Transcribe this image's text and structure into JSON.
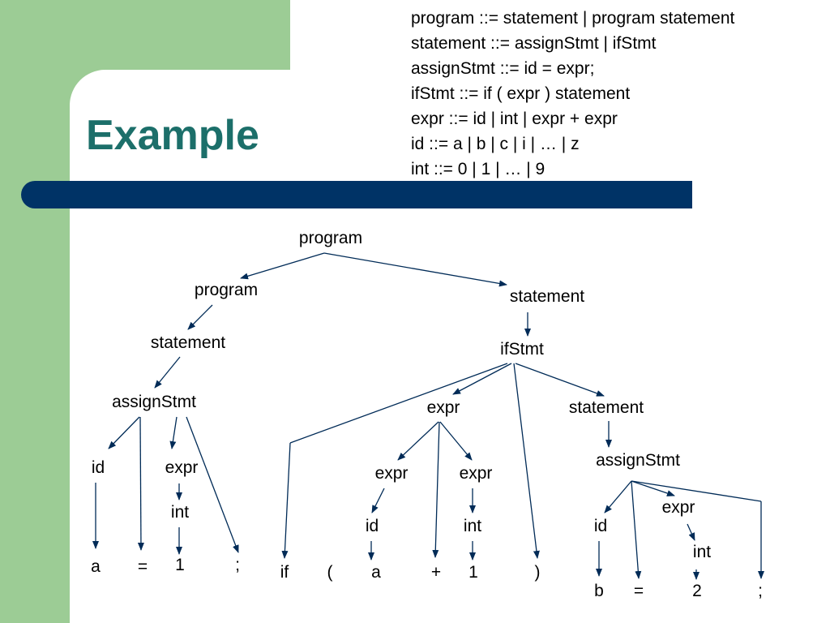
{
  "slide": {
    "title": "Example",
    "grammar_rules": [
      "program ::= statement | program statement",
      "statement ::= assignStmt | ifStmt",
      "assignStmt ::= id = expr;",
      "ifStmt ::= if ( expr ) statement",
      "expr ::= id | int | expr + expr",
      "id ::= a | b | c | i | … | z",
      "int ::= 0 | 1 | … | 9"
    ]
  },
  "colors": {
    "title": "#1c6f6a",
    "sidebar_green": "#9ccc95",
    "bar_navy": "#003366",
    "edge": "#002b57"
  },
  "parse_tree": {
    "nodes": [
      {
        "id": "root",
        "label": "program"
      },
      {
        "id": "prog1",
        "label": "program"
      },
      {
        "id": "stmt1",
        "label": "statement"
      },
      {
        "id": "asg1",
        "label": "assignStmt"
      },
      {
        "id": "id1",
        "label": "id"
      },
      {
        "id": "expr1",
        "label": "expr"
      },
      {
        "id": "int1",
        "label": "int"
      },
      {
        "id": "t_a1",
        "label": "a"
      },
      {
        "id": "t_eq1",
        "label": "="
      },
      {
        "id": "t_one1",
        "label": "1"
      },
      {
        "id": "t_semi1",
        "label": ";"
      },
      {
        "id": "stmt2",
        "label": "statement"
      },
      {
        "id": "ifs",
        "label": "ifStmt"
      },
      {
        "id": "expr2",
        "label": "expr"
      },
      {
        "id": "expr3",
        "label": "expr"
      },
      {
        "id": "expr4",
        "label": "expr"
      },
      {
        "id": "id2",
        "label": "id"
      },
      {
        "id": "int2",
        "label": "int"
      },
      {
        "id": "t_if",
        "label": "if"
      },
      {
        "id": "t_lp",
        "label": "("
      },
      {
        "id": "t_a2",
        "label": "a"
      },
      {
        "id": "t_plus",
        "label": "+"
      },
      {
        "id": "t_one2",
        "label": "1"
      },
      {
        "id": "t_rp",
        "label": ")"
      },
      {
        "id": "stmt3",
        "label": "statement"
      },
      {
        "id": "asg2",
        "label": "assignStmt"
      },
      {
        "id": "id3",
        "label": "id"
      },
      {
        "id": "expr5",
        "label": "expr"
      },
      {
        "id": "int3",
        "label": "int"
      },
      {
        "id": "t_b",
        "label": "b"
      },
      {
        "id": "t_eq2",
        "label": "="
      },
      {
        "id": "t_two",
        "label": "2"
      },
      {
        "id": "t_semi2",
        "label": ";"
      }
    ],
    "edges": [
      [
        "root",
        "prog1"
      ],
      [
        "root",
        "stmt2"
      ],
      [
        "prog1",
        "stmt1"
      ],
      [
        "stmt1",
        "asg1"
      ],
      [
        "asg1",
        "id1"
      ],
      [
        "asg1",
        "t_eq1"
      ],
      [
        "asg1",
        "expr1"
      ],
      [
        "asg1",
        "t_semi1"
      ],
      [
        "id1",
        "t_a1"
      ],
      [
        "expr1",
        "int1"
      ],
      [
        "int1",
        "t_one1"
      ],
      [
        "stmt2",
        "ifs"
      ],
      [
        "ifs",
        "t_if"
      ],
      [
        "ifs",
        "expr2"
      ],
      [
        "ifs",
        "t_rp"
      ],
      [
        "ifs",
        "stmt3"
      ],
      [
        "expr2",
        "expr3"
      ],
      [
        "expr2",
        "t_plus"
      ],
      [
        "expr2",
        "expr4"
      ],
      [
        "expr3",
        "id2"
      ],
      [
        "id2",
        "t_a2"
      ],
      [
        "expr4",
        "int2"
      ],
      [
        "int2",
        "t_one2"
      ],
      [
        "stmt3",
        "asg2"
      ],
      [
        "asg2",
        "id3"
      ],
      [
        "asg2",
        "t_eq2"
      ],
      [
        "asg2",
        "expr5"
      ],
      [
        "asg2",
        "t_semi2"
      ],
      [
        "id3",
        "t_b"
      ],
      [
        "expr5",
        "int3"
      ],
      [
        "int3",
        "t_two"
      ]
    ]
  }
}
